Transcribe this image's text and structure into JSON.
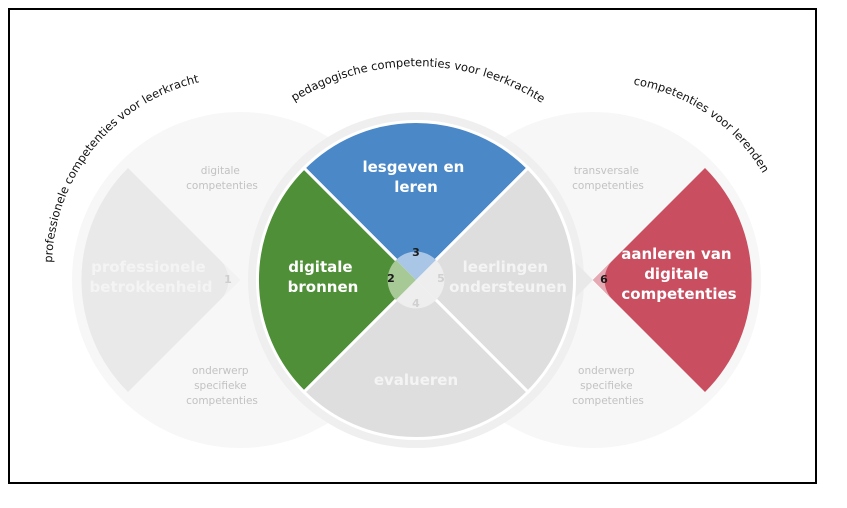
{
  "arc_titles": {
    "left": "professionele competenties voor leerkrachten",
    "center": "pedagogische competenties voor leerkrachten",
    "right": "competenties voor lerenden"
  },
  "segments": {
    "professional": {
      "lines": [
        "professionele",
        "betrokkenheid"
      ],
      "number": "1"
    },
    "digital_resources": {
      "lines": [
        "digitale",
        "bronnen"
      ],
      "number": "2",
      "color": "#4e8f37"
    },
    "teaching": {
      "lines": [
        "lesgeven en",
        "leren"
      ],
      "number": "3",
      "color": "#4a88c7"
    },
    "assessment": {
      "lines": [
        "evalueren"
      ],
      "number": "4"
    },
    "empowering": {
      "lines": [
        "leerlingen",
        "ondersteunen"
      ],
      "number": "5"
    },
    "facilitating": {
      "lines": [
        "aanleren van",
        "digitale",
        "competenties"
      ],
      "number": "6",
      "color": "#c84e60"
    }
  },
  "side_notes": {
    "left_top": [
      "digitale",
      "competenties"
    ],
    "left_bottom": [
      "onderwerp",
      "specifieke",
      "competenties"
    ],
    "right_top": [
      "transversale",
      "competenties"
    ],
    "right_bottom": [
      "onderwerp",
      "specifieke",
      "competenties"
    ]
  }
}
